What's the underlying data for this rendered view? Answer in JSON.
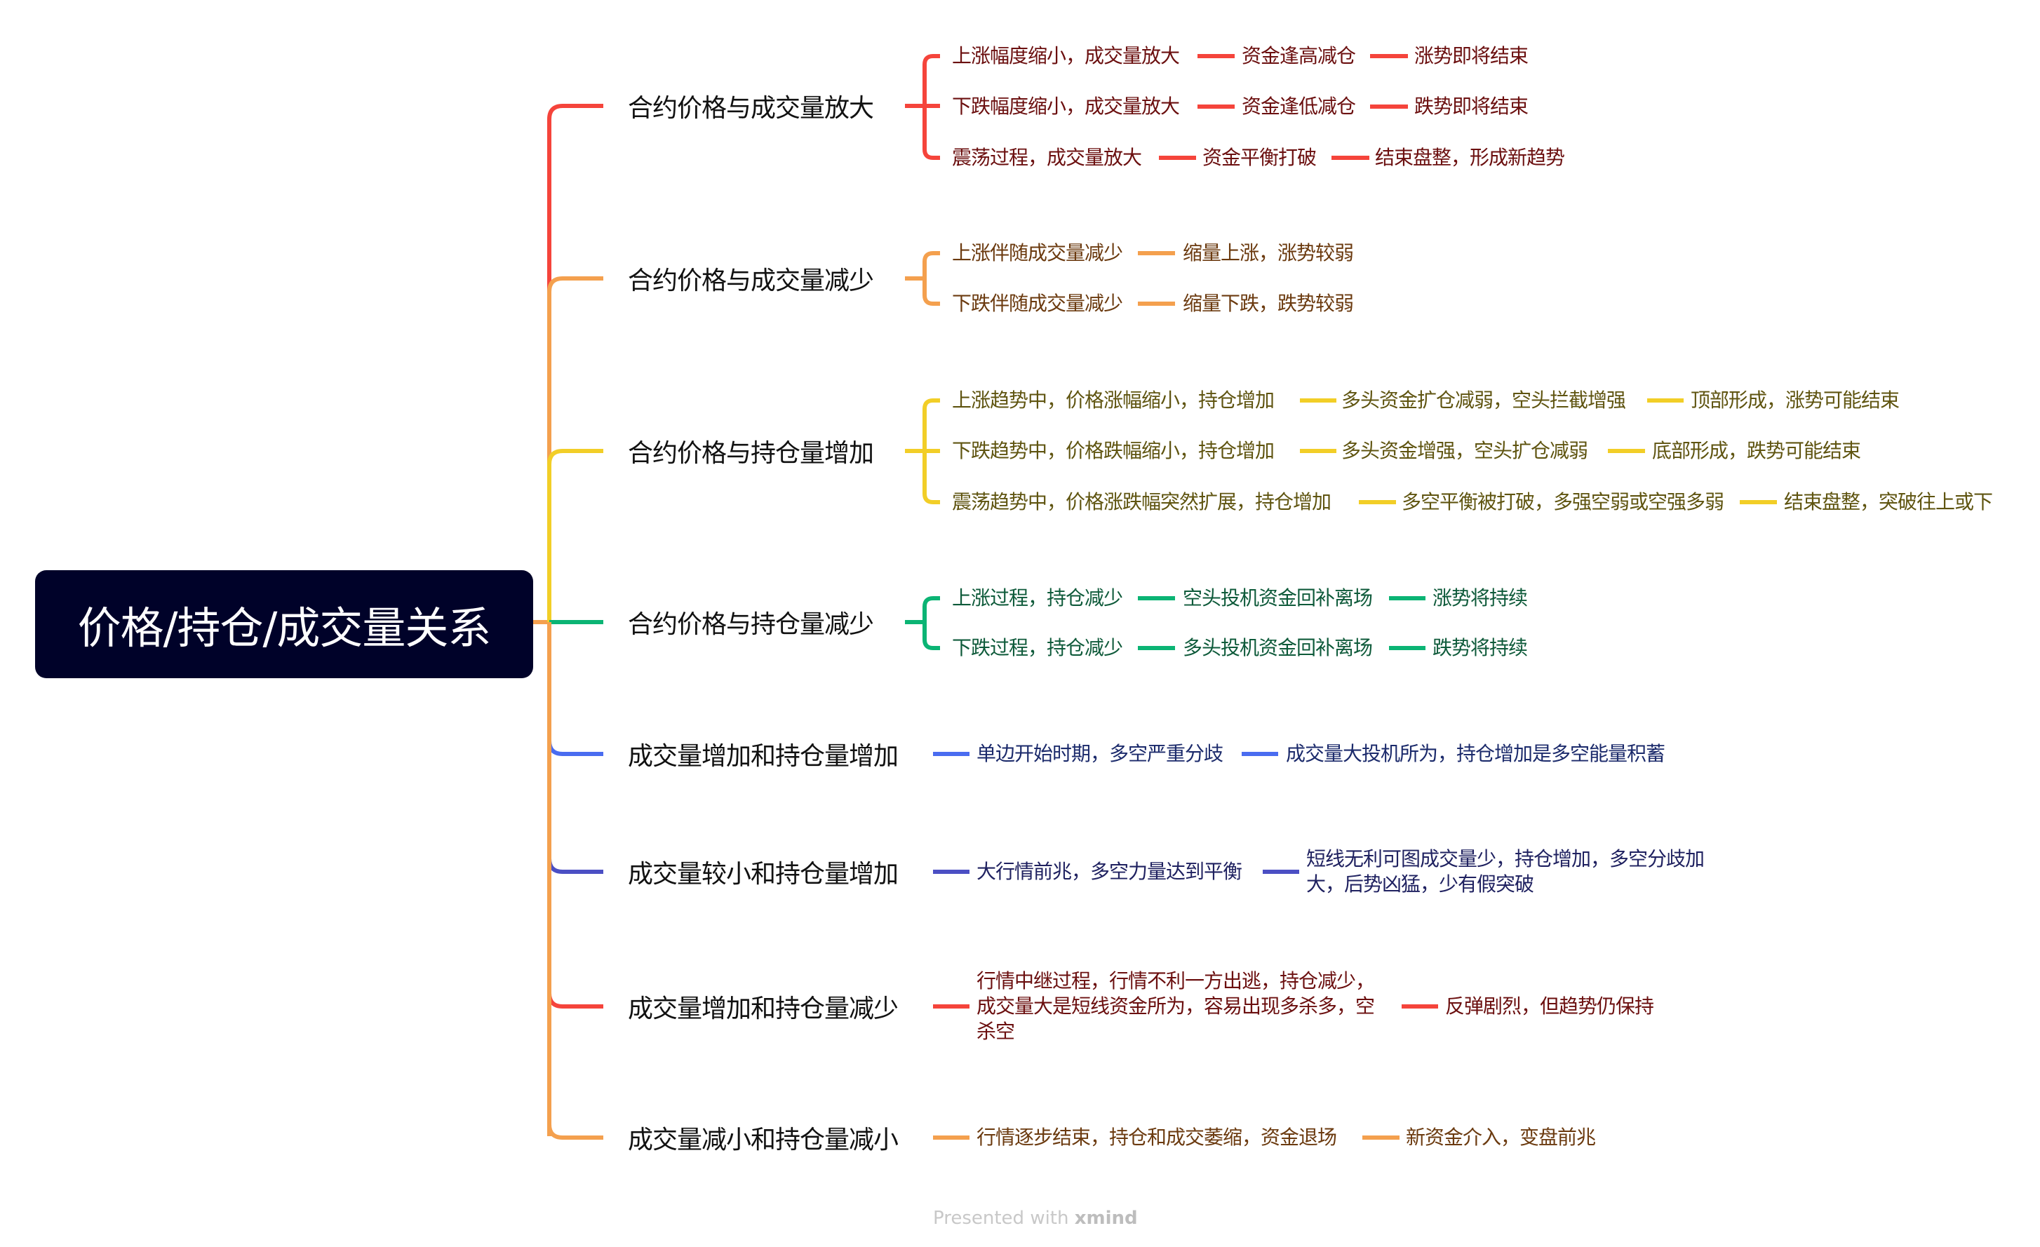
{
  "root": {
    "title": "价格/持仓/成交量关系",
    "bg": "#000229"
  },
  "branches": [
    {
      "label": "合约价格与成交量放大",
      "color": "#F5443B",
      "text_color": "#6B0F0F",
      "rows": [
        [
          "上涨幅度缩小，成交量放大",
          "资金逢高减仓",
          "涨势即将结束"
        ],
        [
          "下跌幅度缩小，成交量放大",
          "资金逢低减仓",
          "跌势即将结束"
        ],
        [
          "震荡过程，成交量放大",
          "资金平衡打破",
          "结束盘整，形成新趋势"
        ]
      ]
    },
    {
      "label": "合约价格与成交量减少",
      "color": "#F4A04E",
      "text_color": "#6B3A0F",
      "rows": [
        [
          "上涨伴随成交量减少",
          "缩量上涨，涨势较弱"
        ],
        [
          "下跌伴随成交量减少",
          "缩量下跌，跌势较弱"
        ]
      ]
    },
    {
      "label": "合约价格与持仓量增加",
      "color": "#F2CE27",
      "text_color": "#5F5410",
      "rows": [
        [
          "上涨趋势中，价格涨幅缩小，持仓增加",
          "多头资金扩仓减弱，空头拦截增强",
          "顶部形成，涨势可能结束"
        ],
        [
          "下跌趋势中，价格跌幅缩小，持仓增加",
          "多头资金增强，空头扩仓减弱",
          "底部形成，跌势可能结束"
        ],
        [
          "震荡趋势中，价格涨跌幅突然扩展，持仓增加",
          "多空平衡被打破，多强空弱或空强多弱",
          "结束盘整，突破往上或下"
        ]
      ]
    },
    {
      "label": "合约价格与持仓量减少",
      "color": "#0BB474",
      "text_color": "#0E5A3A",
      "rows": [
        [
          "上涨过程，持仓减少",
          "空头投机资金回补离场",
          "涨势将持续"
        ],
        [
          "下跌过程，持仓减少",
          "多头投机资金回补离场",
          "跌势将持续"
        ]
      ]
    },
    {
      "label": "成交量增加和持仓量增加",
      "color": "#4A6CF0",
      "text_color": "#1B2A6B",
      "rows": [
        [
          "单边开始时期，多空严重分歧",
          "成交量大投机所为，持仓增加是多空能量积蓄"
        ]
      ]
    },
    {
      "label": "成交量较小和持仓量增加",
      "color": "#4B4FC4",
      "text_color": "#1F2160",
      "rows": [
        [
          "大行情前兆，多空力量达到平衡",
          "短线无利可图成交量少，持仓增加，多空分歧加\n大，后势凶猛，少有假突破"
        ]
      ]
    },
    {
      "label": "成交量增加和持仓量减少",
      "color": "#F5443B",
      "text_color": "#6B0F0F",
      "rows": [
        [
          "行情中继过程，行情不利一方出逃，持仓减少，\n成交量大是短线资金所为，容易出现多杀多，空\n杀空",
          "反弹剧烈，但趋势仍保持"
        ]
      ]
    },
    {
      "label": "成交量减小和持仓量减小",
      "color": "#F4A04E",
      "text_color": "#6B3A0F",
      "rows": [
        [
          "行情逐步结束，持仓和成交萎缩，资金退场",
          "新资金介入，变盘前兆"
        ]
      ]
    }
  ],
  "footer": {
    "prefix": "Presented with ",
    "brand": "xmind"
  }
}
